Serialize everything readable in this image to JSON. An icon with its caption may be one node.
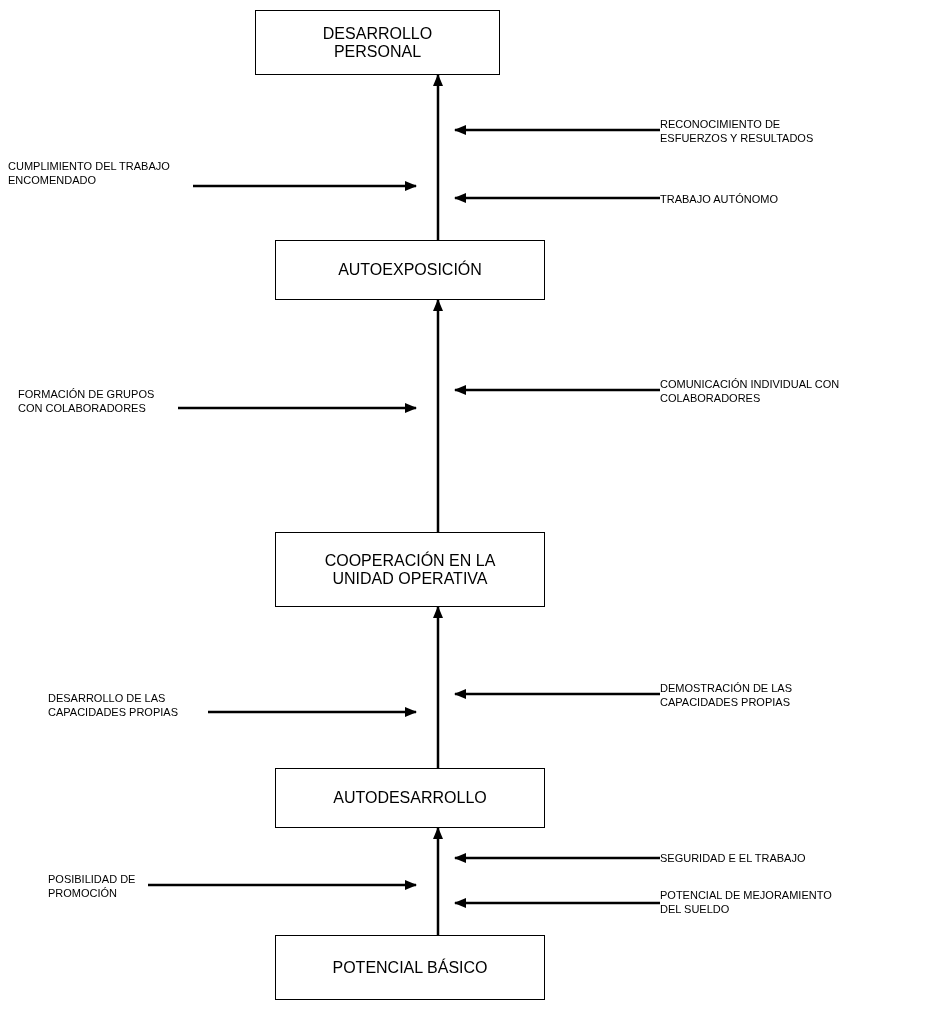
{
  "diagram": {
    "nodes": [
      {
        "text": [
          "DESARROLLO PERSONAL"
        ]
      },
      {
        "text": [
          "CUMPLIMIENTO DEL TRABAJO ENCOMENDADO"
        ]
      },
      {
        "text": [
          "RECONOCIMIENTO DE ESFUERZOS Y RESULTADOS"
        ]
      },
      {
        "text": [
          "TRABAJO AUTÓNOMO"
        ]
      },
      {
        "text": [
          "AUTOEXPOSICIÓN"
        ]
      },
      {
        "text": [
          "FORMACIÓN DE GRUPOS CON COLABORADORES"
        ]
      },
      {
        "text": [
          "COMUNICACIÓN INDIVIDUAL CON COLABORADORES"
        ]
      },
      {
        "text": [
          "COOPERACIÓN EN LA UNIDAD OPERATIVA"
        ]
      },
      {
        "text": [
          "DESARROLLO DE LAS CAPACIDADES PROPIAS"
        ]
      },
      {
        "text": [
          "DEMOSTRACIÓN DE LAS CAPACIDADES PROPIAS"
        ]
      },
      {
        "text": [
          "AUTODESARROLLO"
        ]
      },
      {
        "text": [
          "POSIBILIDAD DE PROMOCIÓN"
        ]
      },
      {
        "text": [
          "SEGURIDAD E EL TRABAJO"
        ]
      },
      {
        "text": [
          "POTENCIAL DE MEJORAMIENTO DEL SUELDO"
        ]
      },
      {
        "text": [
          "POTENCIAL BÁSICO"
        ]
      }
    ],
    "edges": [
      {
        "from": 4,
        "to": 0,
        "arrow": "to"
      },
      {
        "from": 1,
        "to": null,
        "arrow": "to"
      },
      {
        "from": 2,
        "to": null,
        "arrow": "to"
      },
      {
        "from": 3,
        "to": null,
        "arrow": "to"
      },
      {
        "from": 7,
        "to": 4,
        "arrow": "to"
      },
      {
        "from": 5,
        "to": null,
        "arrow": "to"
      },
      {
        "from": 6,
        "to": null,
        "arrow": "to"
      },
      {
        "from": 10,
        "to": 7,
        "arrow": "to"
      },
      {
        "from": 8,
        "to": null,
        "arrow": "to"
      },
      {
        "from": 9,
        "to": null,
        "arrow": "to"
      },
      {
        "from": 14,
        "to": 10,
        "arrow": "to"
      },
      {
        "from": 11,
        "to": null,
        "arrow": "to"
      },
      {
        "from": 12,
        "to": null,
        "arrow": "to"
      },
      {
        "from": 13,
        "to": null,
        "arrow": "to"
      }
    ]
  }
}
